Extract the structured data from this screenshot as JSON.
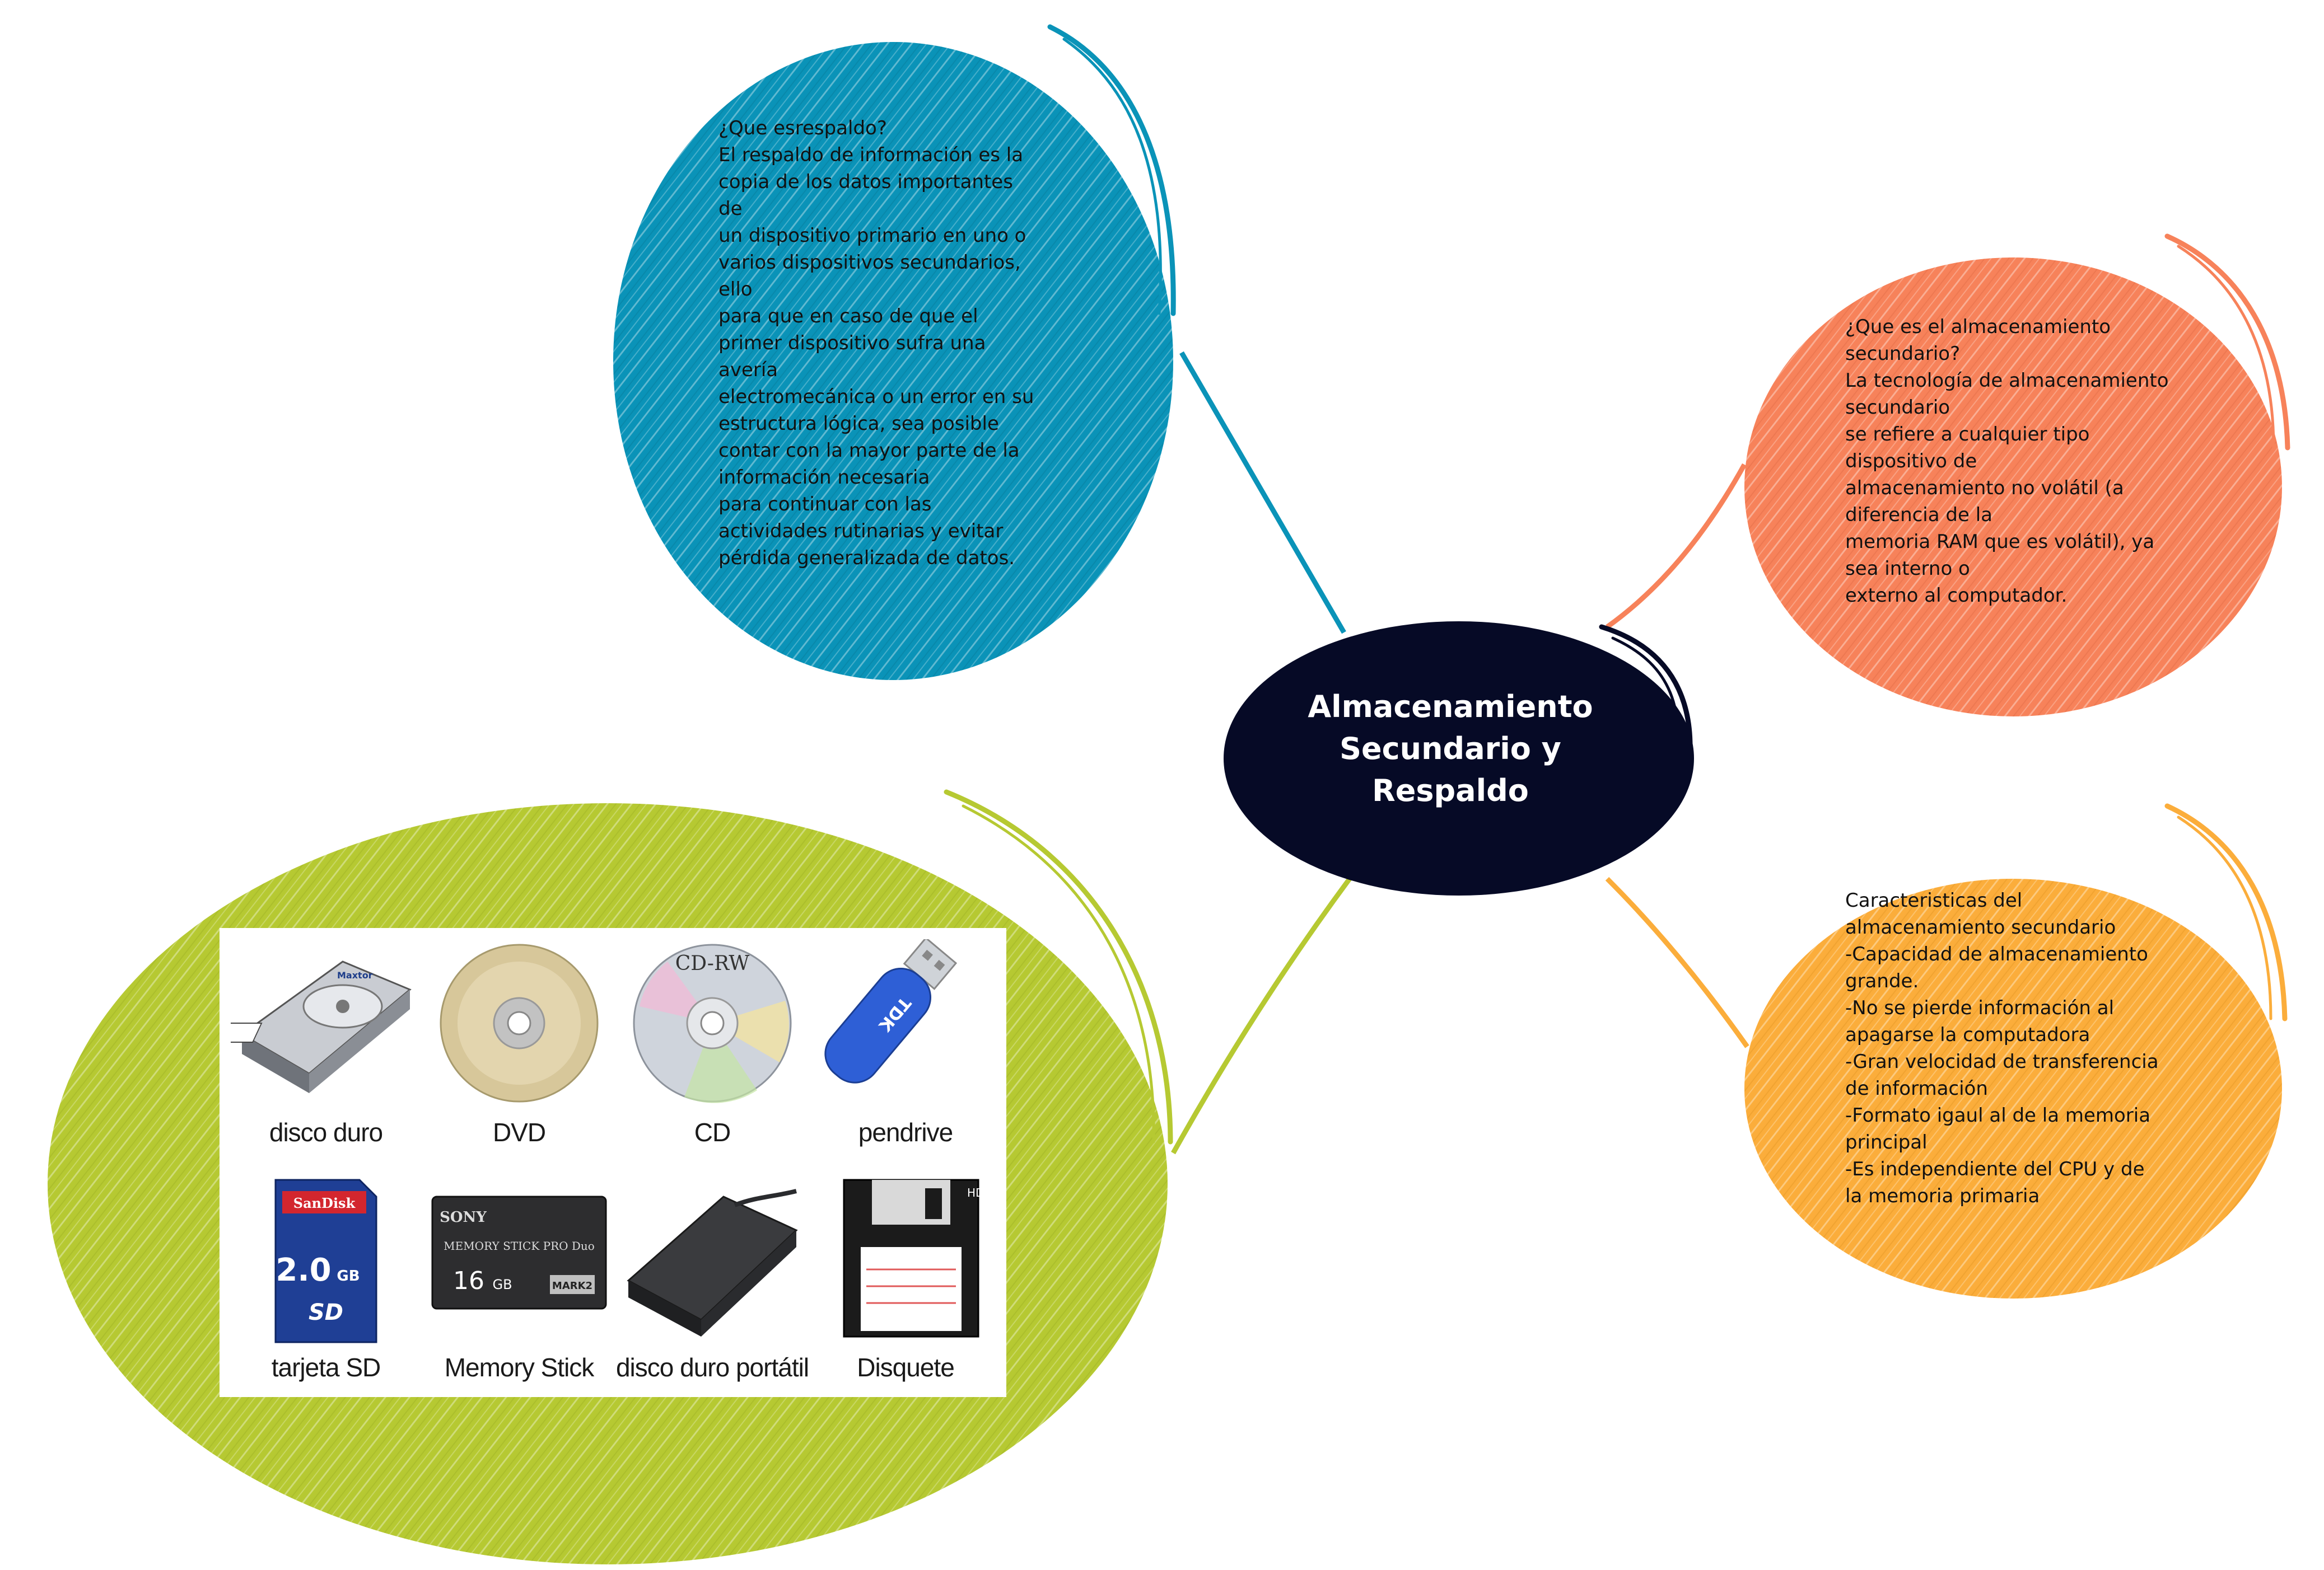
{
  "central": {
    "title": "Almacenamiento\nSecundario y\nRespaldo"
  },
  "colors": {
    "central": "#060a26",
    "blue": "#0a93b8",
    "coral": "#f7825a",
    "orange": "#fbad3b",
    "green": "#b6c932"
  },
  "topics": {
    "respaldo": "¿Que esrespaldo?\nEl respaldo de información es la\ncopia de los datos importantes\nde\nun dispositivo primario en uno o\nvarios dispositivos secundarios,\nello\npara que en caso de que el\nprimer dispositivo sufra una\navería\nelectromecánica o un error en su\nestructura lógica, sea posible\ncontar con la mayor parte de la\ninformación necesaria\npara continuar con las\nactividades rutinarias y evitar\npérdida generalizada de datos.",
    "almacenamiento": "¿Que es el almacenamiento\nsecundario?\nLa tecnología de almacenamiento\nsecundario\nse refiere a cualquier tipo\ndispositivo de\nalmacenamiento no volátil (a\ndiferencia de la\nmemoria RAM que es volátil), ya\nsea interno o\nexterno al computador.",
    "caracteristicas": "Caracteristicas del\nalmacenamiento secundario\n-Capacidad de almacenamiento\ngrande.\n-No se pierde información al\napagarse la computadora\n-Gran velocidad de transferencia\nde información\n-Formato igaul al de la memoria\nprincipal\n-Es independiente del CPU y de\nla memoria primaria"
  },
  "devices": [
    {
      "label": "disco duro",
      "icon": "hard-drive-icon"
    },
    {
      "label": "DVD",
      "icon": "dvd-icon"
    },
    {
      "label": "CD",
      "icon": "cd-icon",
      "disc_text": "CD-RW"
    },
    {
      "label": "pendrive",
      "icon": "usb-drive-icon",
      "brand": "TDK"
    },
    {
      "label": "tarjeta SD",
      "icon": "sd-card-icon",
      "brand": "SanDisk",
      "capacity": "2.0",
      "unit": "GB"
    },
    {
      "label": "Memory Stick",
      "icon": "memory-stick-icon",
      "brand": "SONY",
      "model": "MEMORY STICK PRO Duo",
      "capacity": "16",
      "unit": "GB",
      "badge": "MARK2"
    },
    {
      "label": "disco duro portátil",
      "icon": "portable-drive-icon"
    },
    {
      "label": "Disquete",
      "icon": "floppy-disk-icon",
      "mark": "HD"
    }
  ]
}
